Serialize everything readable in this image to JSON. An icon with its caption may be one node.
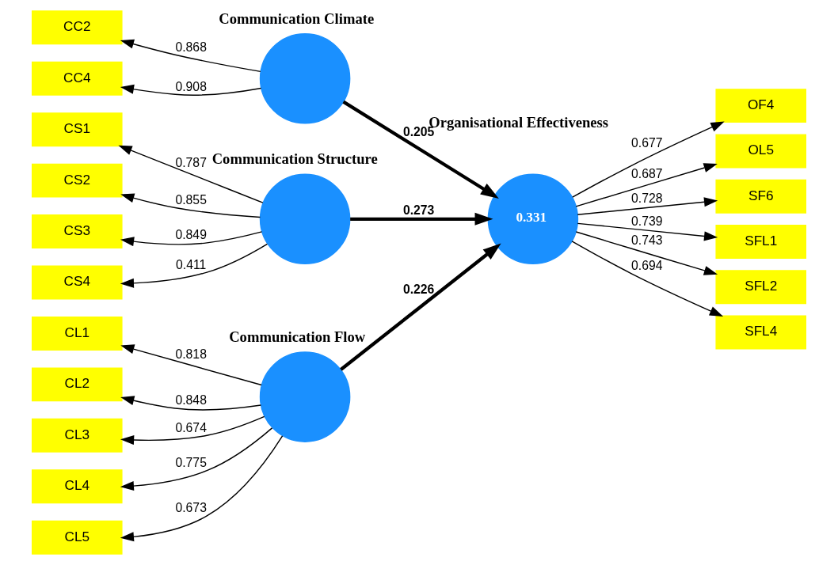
{
  "diagram": {
    "nodes": [
      {
        "text": [],
        "shape": "circle",
        "beside": [
          "Communication Flow"
        ]
      },
      {
        "text": [
          "CL1"
        ]
      },
      {
        "text": [
          "CL2"
        ]
      },
      {
        "text": [
          "CL3"
        ]
      },
      {
        "text": [
          "CL4"
        ]
      },
      {
        "text": [
          "CL5"
        ]
      },
      {
        "text": [],
        "shape": "circle",
        "beside": [
          "Communication Climate"
        ]
      },
      {
        "text": [
          "CC2"
        ]
      },
      {
        "text": [
          "CC4"
        ]
      },
      {
        "text": [],
        "shape": "circle",
        "beside": [
          "Communication Structure"
        ]
      },
      {
        "text": [
          "CS1"
        ]
      },
      {
        "text": [
          "CS2"
        ]
      },
      {
        "text": [
          "CS3"
        ]
      },
      {
        "text": [
          "CS4"
        ]
      },
      {
        "text": [
          "0.331"
        ],
        "beside": [
          "Organisational Effectiveness"
        ]
      },
      {
        "text": [
          "OF4"
        ]
      },
      {
        "text": [
          "OL5"
        ]
      },
      {
        "text": [
          "SF6"
        ]
      },
      {
        "text": [
          "SFL1"
        ]
      },
      {
        "text": [
          "SFL2"
        ]
      },
      {
        "text": [
          "SFL4"
        ]
      }
    ],
    "edges": [
      {
        "from": 0,
        "to": 1,
        "arrow": "to",
        "label": "0.818"
      },
      {
        "from": 0,
        "to": 2,
        "arrow": "to",
        "label": "0.848"
      },
      {
        "from": 0,
        "to": 3,
        "arrow": "to",
        "label": "0.674"
      },
      {
        "from": 0,
        "to": 4,
        "arrow": "to",
        "label": "0.775"
      },
      {
        "from": 0,
        "to": 5,
        "arrow": "to",
        "label": "0.673"
      },
      {
        "from": 6,
        "to": 7,
        "arrow": "to",
        "label": "0.868"
      },
      {
        "from": 6,
        "to": 8,
        "arrow": "to",
        "label": "0.908"
      },
      {
        "from": 9,
        "to": 10,
        "arrow": "to",
        "label": "0.787"
      },
      {
        "from": 9,
        "to": 11,
        "arrow": "to",
        "label": "0.855"
      },
      {
        "from": 9,
        "to": 12,
        "arrow": "to",
        "label": "0.849"
      },
      {
        "from": 9,
        "to": 13,
        "arrow": "to",
        "label": "0.411"
      },
      {
        "from": 0,
        "to": 14,
        "arrow": "to",
        "label": "0.226",
        "style": "thick"
      },
      {
        "from": 6,
        "to": 14,
        "arrow": "to",
        "label": "0.205",
        "style": "thick"
      },
      {
        "from": 9,
        "to": 14,
        "arrow": "to",
        "label": "0.273",
        "style": "thick"
      },
      {
        "from": 14,
        "to": 15,
        "arrow": "to",
        "label": "0.677"
      },
      {
        "from": 14,
        "to": 16,
        "arrow": "to",
        "label": "0.687"
      },
      {
        "from": 14,
        "to": 17,
        "arrow": "to",
        "label": "0.728"
      },
      {
        "from": 14,
        "to": 18,
        "arrow": "to",
        "label": "0.739"
      },
      {
        "from": 14,
        "to": 19,
        "arrow": "to",
        "label": "0.743"
      },
      {
        "from": 14,
        "to": 20,
        "arrow": "to",
        "label": "0.694"
      }
    ]
  }
}
